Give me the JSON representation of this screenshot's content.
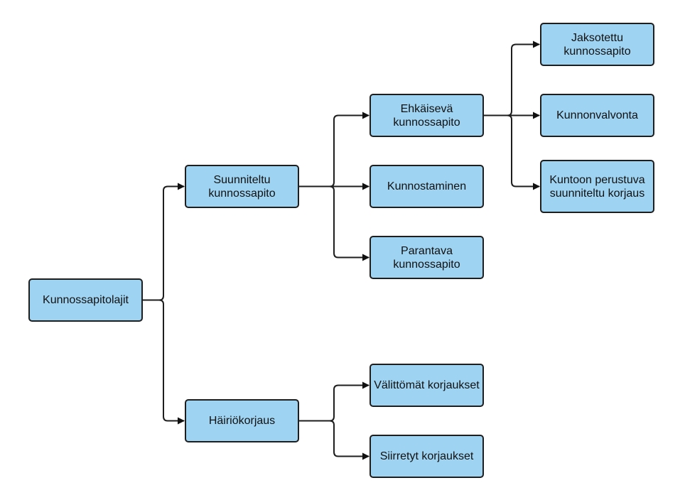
{
  "diagram": {
    "nodes": {
      "root": "Kunnossapitolajit",
      "suun": "Suunniteltu kunnossapito",
      "hairio": "Häiriökorjaus",
      "ehk": "Ehkäisevä kunnossapito",
      "kunnost": "Kunnostaminen",
      "parant": "Parantava kunnossapito",
      "valit": "Välittömät korjaukset",
      "siirr": "Siirretyt korjaukset",
      "jaks": "Jaksotettu kunnossapito",
      "kunnonv": "Kunnonvalvonta",
      "kuntoon": "Kuntoon perustuva suunniteltu korjaus"
    },
    "edges": [
      [
        "root",
        "suun"
      ],
      [
        "root",
        "hairio"
      ],
      [
        "suun",
        "ehk"
      ],
      [
        "suun",
        "kunnost"
      ],
      [
        "suun",
        "parant"
      ],
      [
        "hairio",
        "valit"
      ],
      [
        "hairio",
        "siirr"
      ],
      [
        "ehk",
        "jaks"
      ],
      [
        "ehk",
        "kunnonv"
      ],
      [
        "ehk",
        "kuntoon"
      ]
    ],
    "colors": {
      "node_fill": "#9ed3f2",
      "stroke": "#1e1e1e"
    }
  }
}
